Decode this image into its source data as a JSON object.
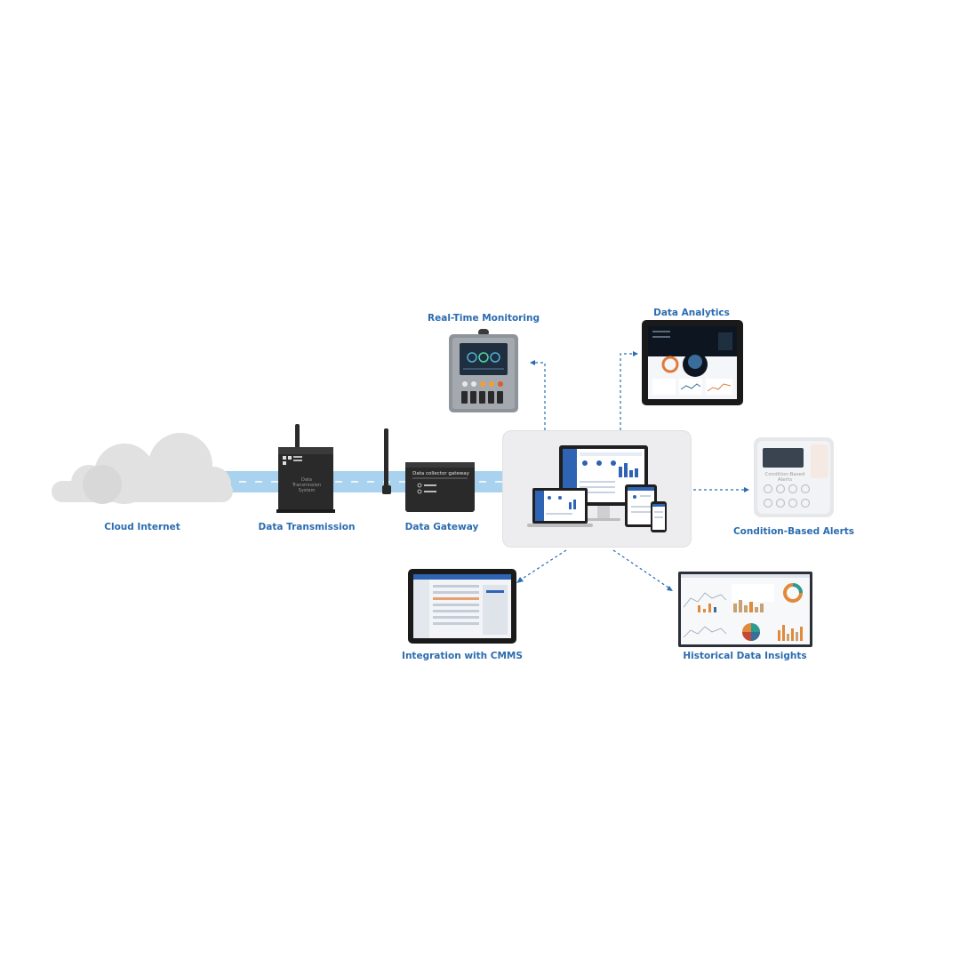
{
  "colors": {
    "accent": "#2b6cb0",
    "pipe": "#a9d2ef",
    "dash": "#ffffff",
    "cloud": "#e1e1e1",
    "hub_bg": "#ededef",
    "device_dark": "#2a2a2a"
  },
  "nodes": {
    "cloud": {
      "label": "Cloud Internet",
      "icon": "cloud-icon"
    },
    "transmission": {
      "label": "Data Transmission",
      "device_text": "Data Transmission System",
      "icon": "transmitter-device-icon"
    },
    "gateway": {
      "label": "Data Gateway",
      "device_text": "Data collector gateway",
      "icon": "gateway-device-icon"
    },
    "hub": {
      "label": "",
      "icon": "multi-device-dashboard-icon"
    }
  },
  "outputs": {
    "realtime": {
      "label": "Real-Time Monitoring",
      "icon": "control-panel-icon"
    },
    "analytics": {
      "label": "Data Analytics",
      "icon": "tablet-analytics-icon"
    },
    "alerts": {
      "label": "Condition-Based Alerts",
      "device_text": "Condition-Based Alerts",
      "icon": "alert-panel-icon"
    },
    "cmms": {
      "label": "Integration with CMMS",
      "icon": "tablet-cmms-icon"
    },
    "historical": {
      "label": "Historical Data Insights",
      "icon": "dashboard-monitor-icon"
    }
  }
}
